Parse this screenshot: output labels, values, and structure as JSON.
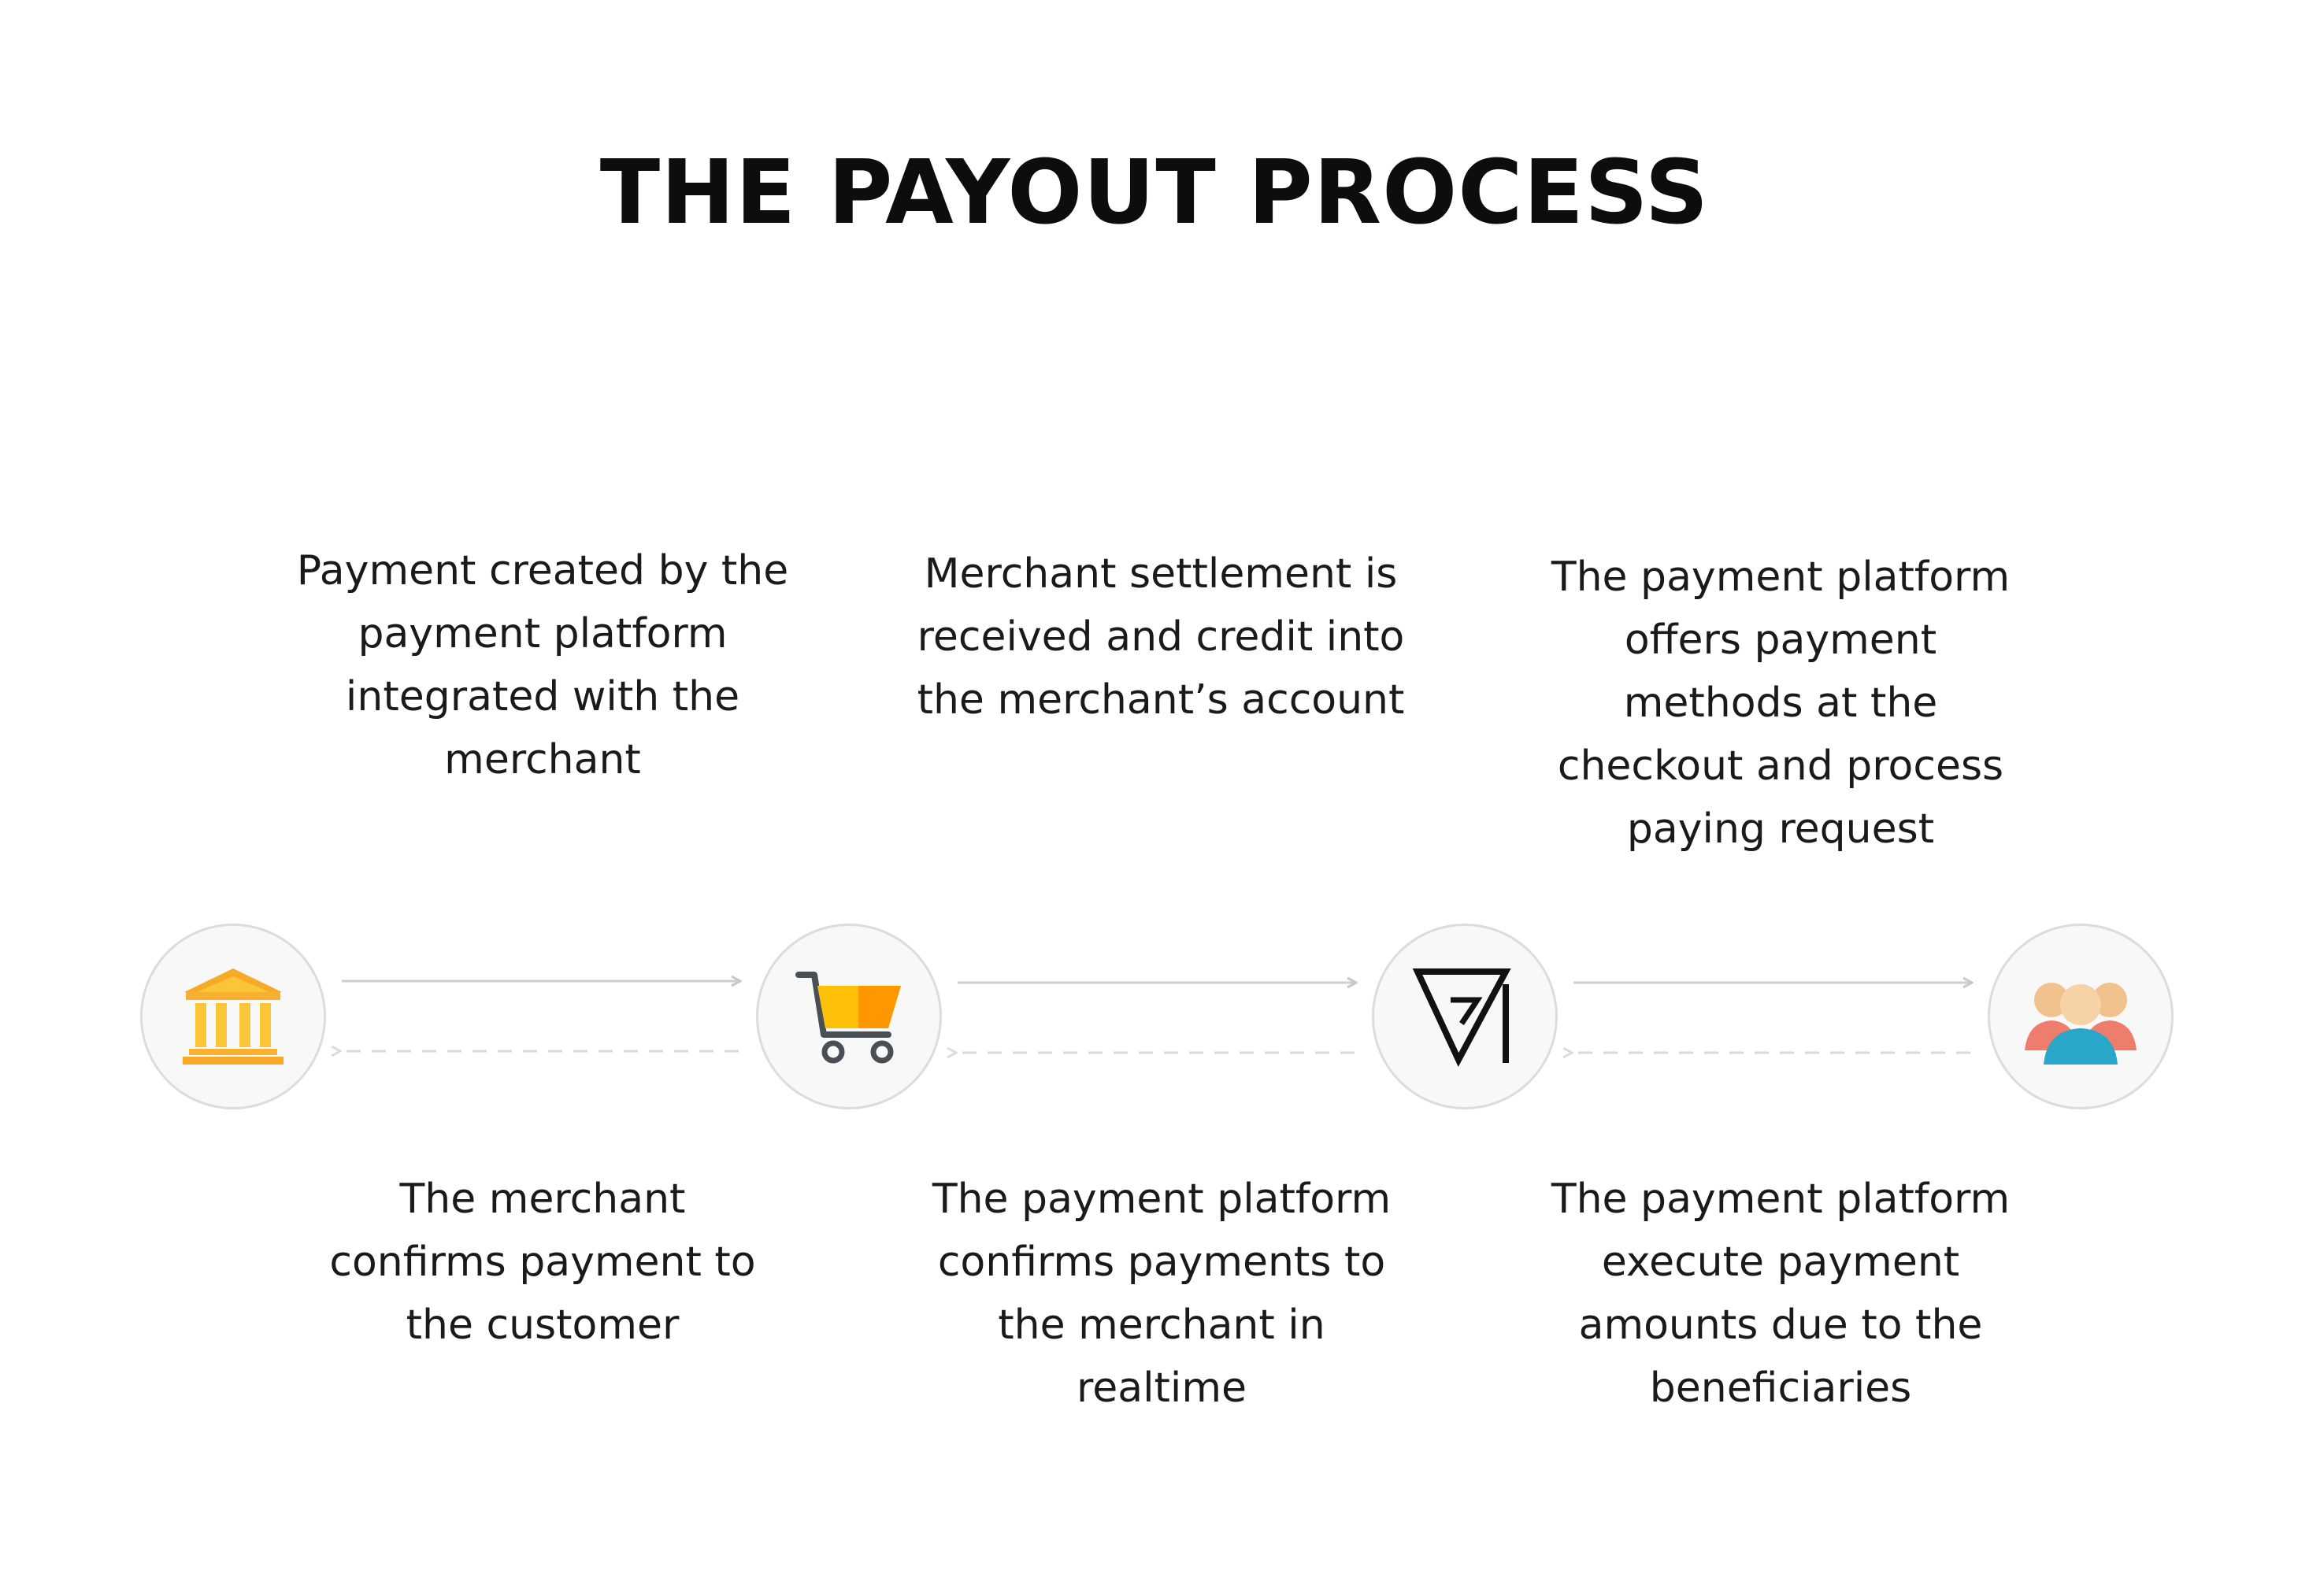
{
  "title": "THE PAYOUT PROCESS",
  "nodes": [
    {
      "icon": "bank-icon"
    },
    {
      "icon": "shopping-cart-icon"
    },
    {
      "icon": "payment-platform-logo-icon"
    },
    {
      "icon": "beneficiaries-group-icon"
    }
  ],
  "captions_top": [
    "Payment created by the payment platform integrated with the merchant",
    "Merchant settlement is received and credit into the merchant’s account",
    "The payment platform offers payment methods at the checkout and process paying request"
  ],
  "captions_bottom": [
    "The merchant confirms payment to the customer",
    "The payment platform confirms payments to the merchant in realtime",
    "The payment platform execute payment amounts due to the beneficiaries"
  ],
  "colors": {
    "node_border": "#dcdcdc",
    "node_fill": "#f8f8f8",
    "arrow": "#cfcfcf",
    "bank_gold": "#f5b731",
    "cart_yellow": "#ffc107",
    "cart_orange": "#ff9800",
    "logo_black": "#111111",
    "people_blue": "#2aa6c8",
    "people_coral": "#ef7d6e"
  }
}
